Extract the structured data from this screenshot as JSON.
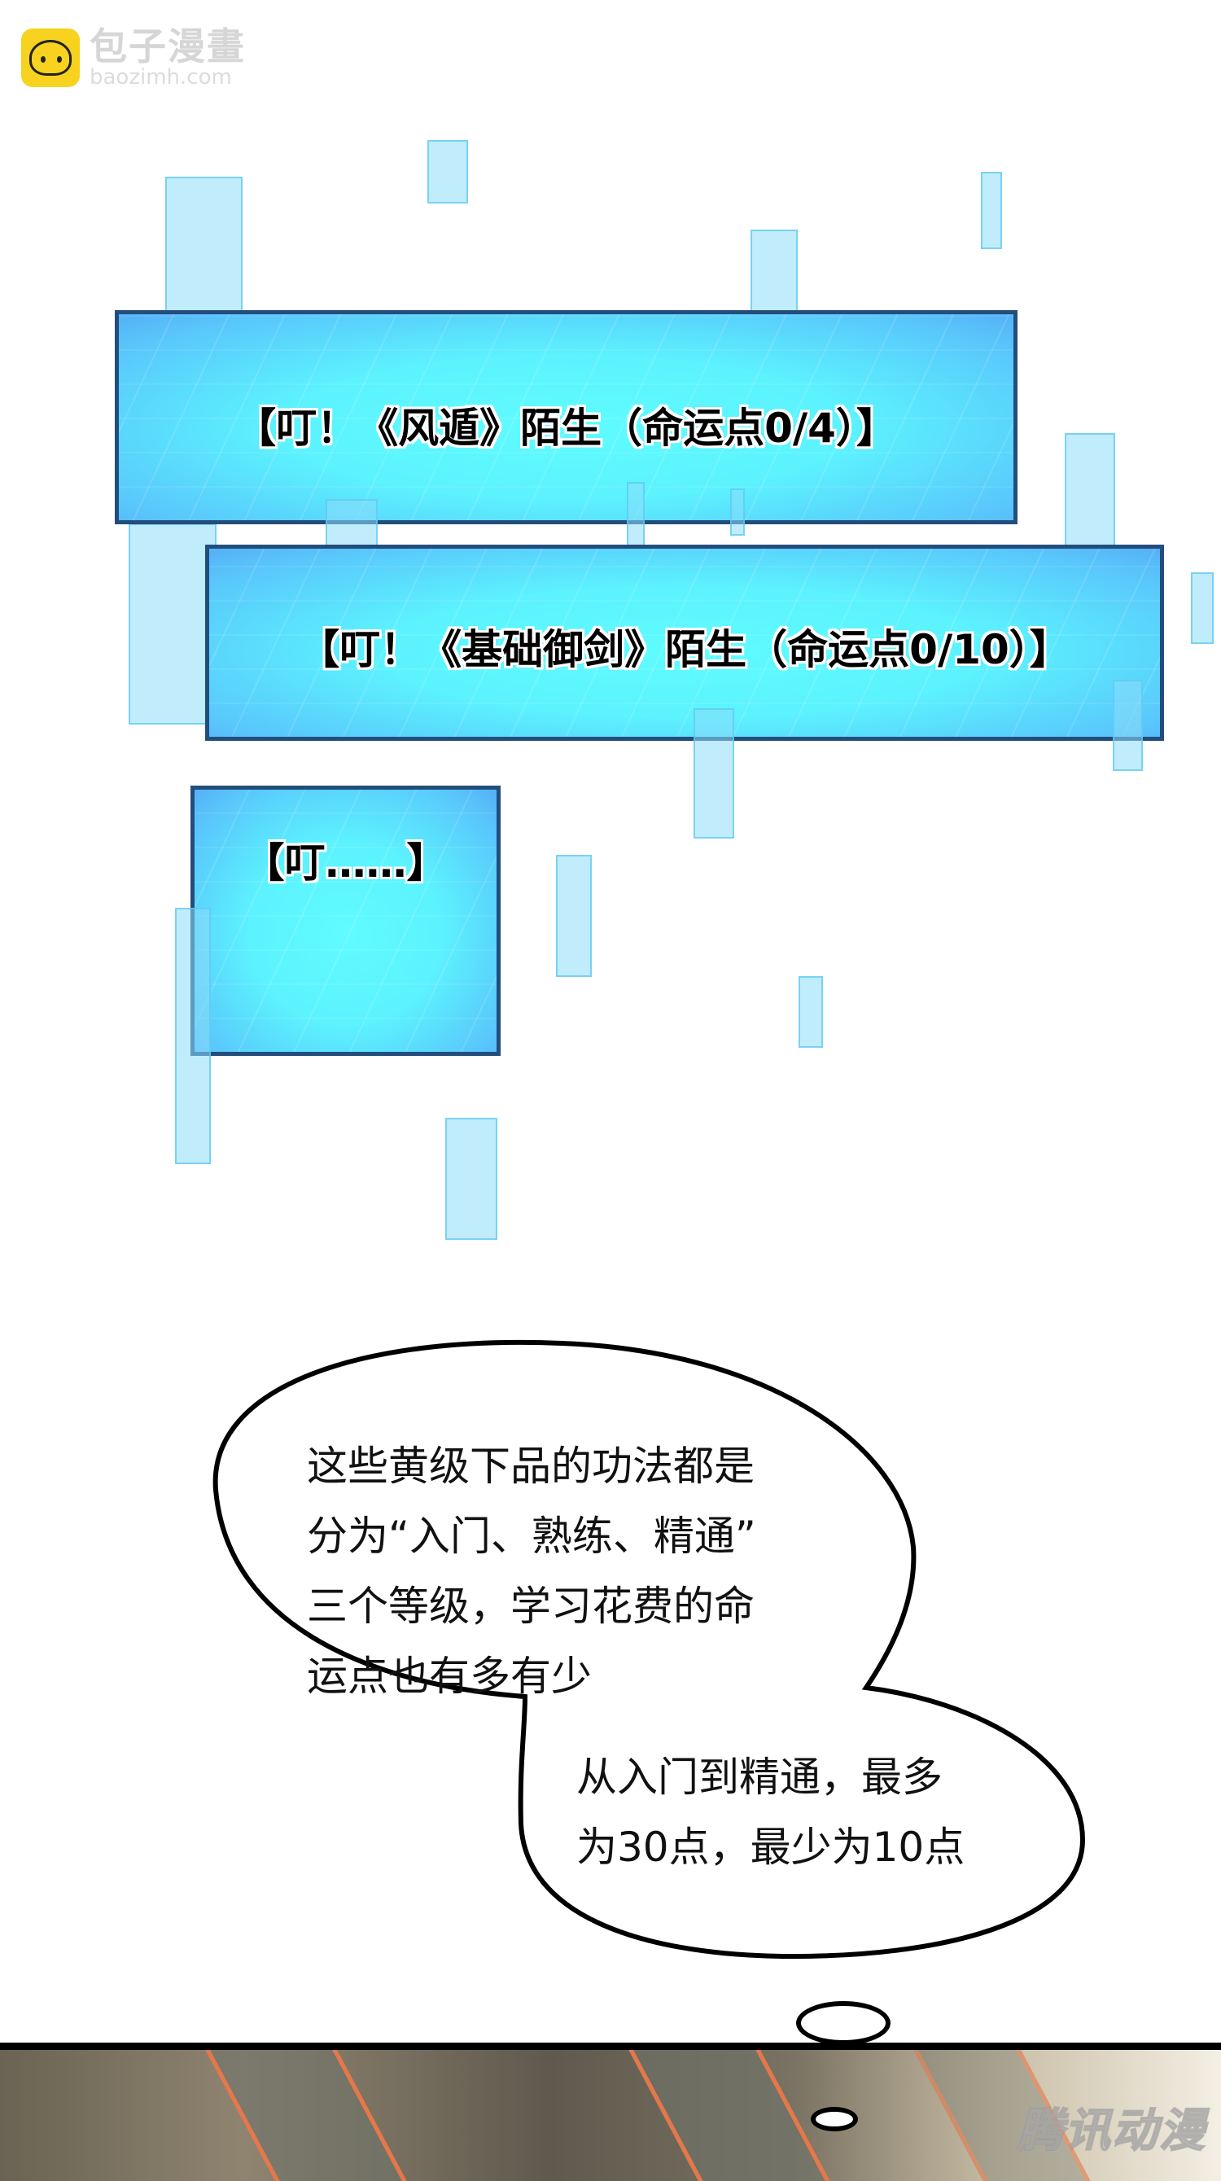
{
  "watermark_logo": {
    "name_cn": "包子漫畫",
    "domain": "baozimh.com",
    "icon": "steamed-bun-icon",
    "icon_color": "#f7d21e"
  },
  "system_messages": [
    {
      "text": "【叮！《风遁》陌生（命运点0/4）】"
    },
    {
      "text": "【叮！《基础御剑》陌生（命运点0/10）】"
    },
    {
      "text": "【叮……】"
    }
  ],
  "speech_bubble": {
    "lines_main": [
      "这些黄级下品的功法都是",
      "分为“入门、熟练、精通”",
      "三个等级，学习花费的命",
      "运点也有多有少"
    ],
    "lines_secondary": [
      "从入门到精通，最多",
      "为30点，最少为10点"
    ]
  },
  "bottom_watermark": {
    "text": "腾讯动漫"
  },
  "colors": {
    "system_box_fill": "#5cf2fe",
    "system_box_border": "#234d7d",
    "floating_bar": "#b9eefb"
  }
}
